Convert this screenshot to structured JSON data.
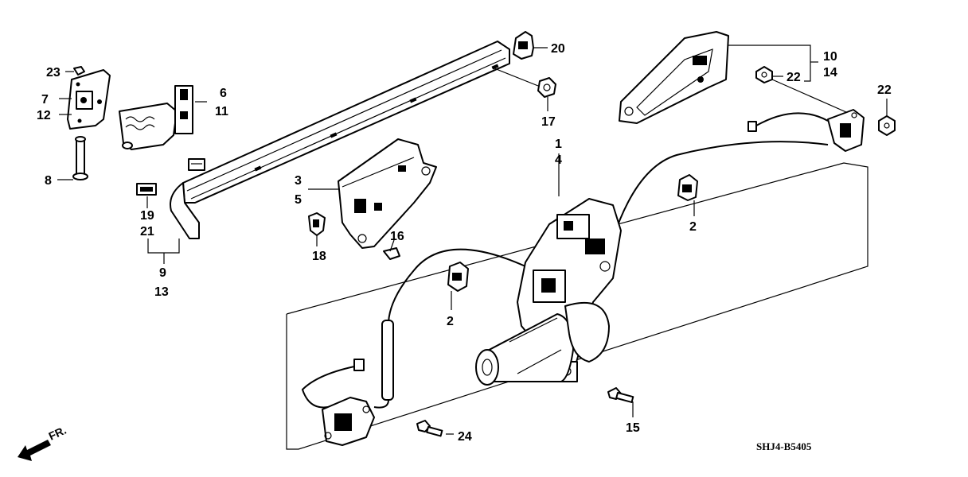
{
  "diagram": {
    "code": "SHJ4-B5405",
    "front_label": "FR.",
    "part_numbers": [
      "1",
      "2",
      "3",
      "4",
      "5",
      "6",
      "7",
      "8",
      "9",
      "10",
      "11",
      "12",
      "13",
      "14",
      "15",
      "16",
      "17",
      "18",
      "19",
      "20",
      "21",
      "22",
      "23",
      "24"
    ],
    "callouts": {
      "c23": "23",
      "c7": "7",
      "c12": "12",
      "c8": "8",
      "c6": "6",
      "c11": "11",
      "c19": "19",
      "c21": "21",
      "c9": "9",
      "c13": "13",
      "c3": "3",
      "c5": "5",
      "c18": "18",
      "c16": "16",
      "c20": "20",
      "c17": "17",
      "c10": "10",
      "c14": "14",
      "c22a": "22",
      "c22b": "22",
      "c1": "1",
      "c4": "4",
      "c2a": "2",
      "c2b": "2",
      "c15": "15",
      "c24": "24"
    }
  }
}
